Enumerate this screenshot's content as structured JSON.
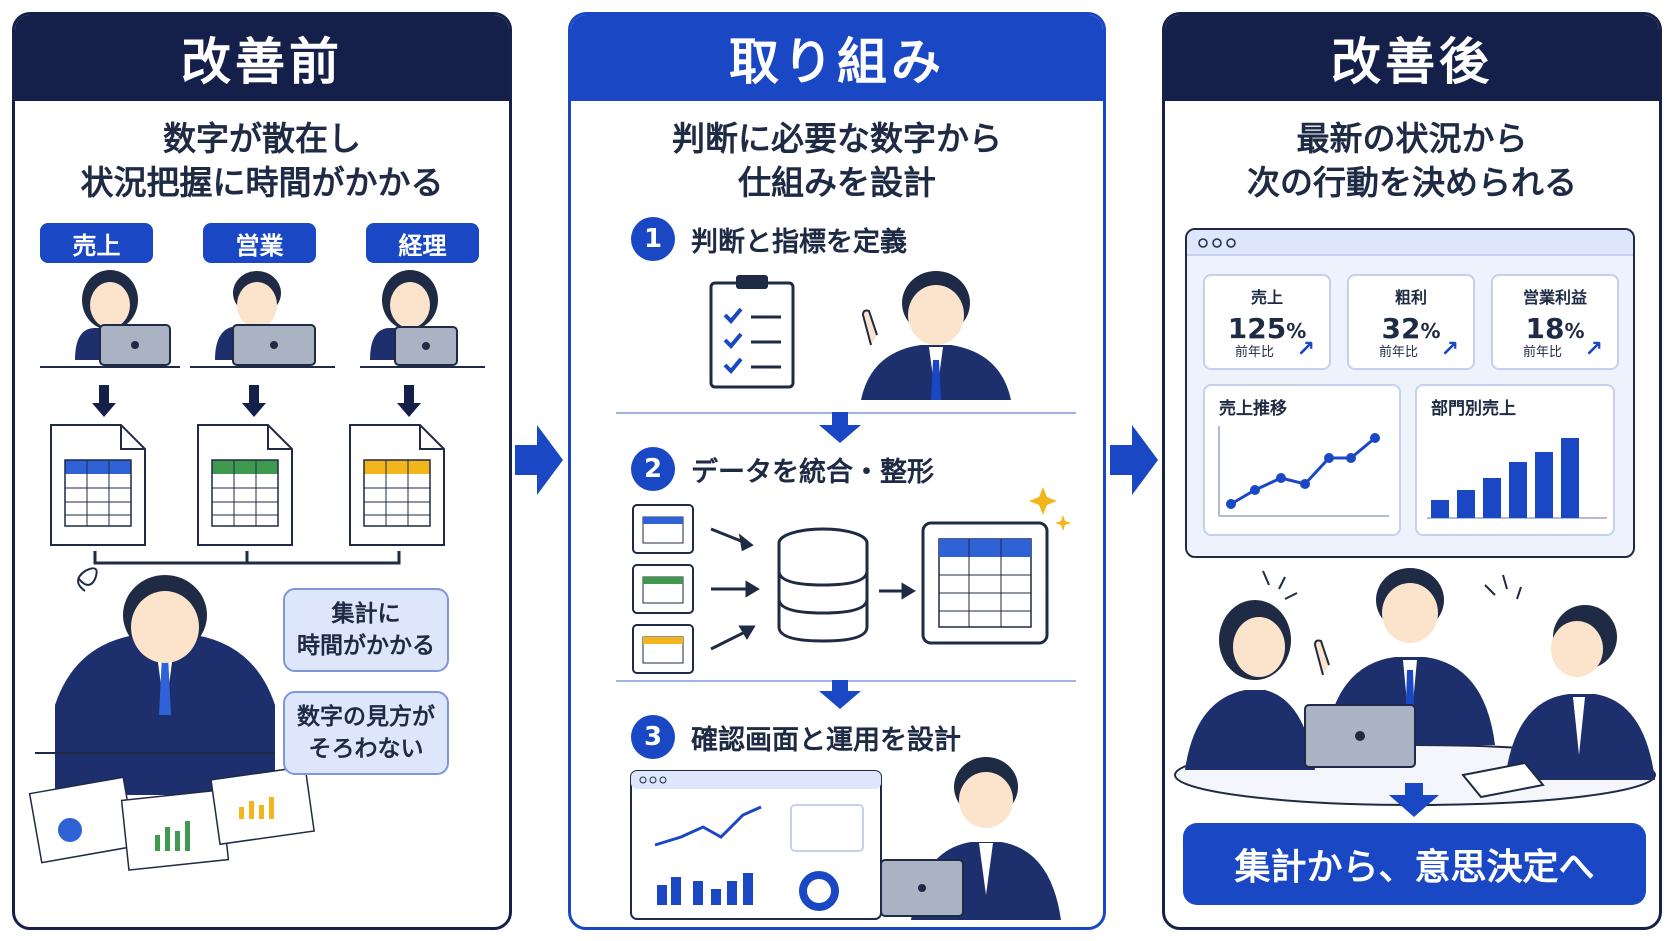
{
  "panels": {
    "before": {
      "title": "改善前",
      "subtitle_line1": "数字が散在し",
      "subtitle_line2": "状況把握に時間がかかる",
      "departments": [
        "売上",
        "営業",
        "経理"
      ],
      "notes": [
        {
          "line1": "集計に",
          "line2": "時間がかかる"
        },
        {
          "line1": "数字の見方が",
          "line2": "そろわない"
        }
      ]
    },
    "process": {
      "title": "取り組み",
      "subtitle_line1": "判断に必要な数字から",
      "subtitle_line2": "仕組みを設計",
      "steps": [
        {
          "num": "1",
          "label": "判断と指標を定義"
        },
        {
          "num": "2",
          "label": "データを統合・整形"
        },
        {
          "num": "3",
          "label": "確認画面と運用を設計"
        }
      ]
    },
    "after": {
      "title": "改善後",
      "subtitle_line1": "最新の状況から",
      "subtitle_line2": "次の行動を決められる",
      "kpis": [
        {
          "label": "売上",
          "value": "125",
          "unit": "%",
          "sub": "前年比"
        },
        {
          "label": "粗利",
          "value": "32",
          "unit": "%",
          "sub": "前年比"
        },
        {
          "label": "営業利益",
          "value": "18",
          "unit": "%",
          "sub": "前年比"
        }
      ],
      "charts": {
        "trend_title": "売上推移",
        "dept_title": "部門別売上"
      },
      "conclusion": "集計から、意思決定へ"
    }
  },
  "colors": {
    "navy": "#14204a",
    "blue": "#1a48c4",
    "light_blue": "#dde6fb",
    "green": "#3f9a4f",
    "yellow": "#f2b51c"
  }
}
